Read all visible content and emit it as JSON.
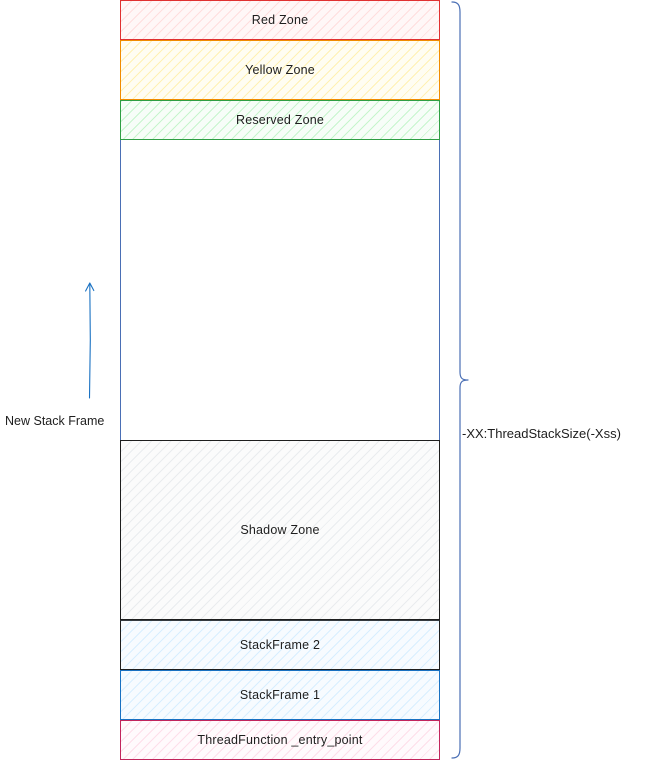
{
  "zones": {
    "red": "Red Zone",
    "yellow": "Yellow Zone",
    "reserved": "Reserved Zone",
    "shadow": "Shadow Zone",
    "stack_frame_2": "StackFrame 2",
    "stack_frame_1": "StackFrame 1",
    "entry_point": "ThreadFunction _entry_point"
  },
  "labels": {
    "new_stack_frame": "New Stack Frame",
    "thread_stack_size": "-XX:ThreadStackSize(-Xss)"
  },
  "colors": {
    "red_zone_stroke": "#e03131",
    "yellow_zone_stroke": "#f08c00",
    "reserved_zone_stroke": "#2f9e44",
    "stack_outline": "#4a6fb5",
    "arrow": "#1971c2",
    "entry_point_stroke": "#c2255c"
  }
}
